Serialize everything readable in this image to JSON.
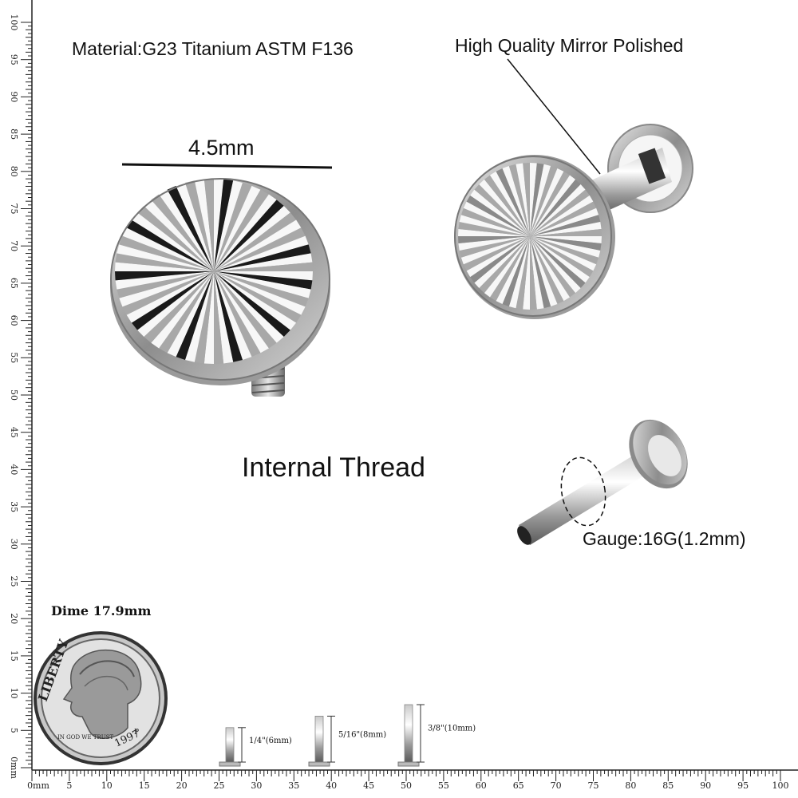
{
  "labels": {
    "material": "Material:G23 Titanium ASTM F136",
    "polish": "High Quality Mirror Polished",
    "disc_size": "4.5mm",
    "thread": "Internal Thread",
    "gauge": "Gauge:16G(1.2mm)",
    "dime": "Dime 17.9mm"
  },
  "dime": {
    "liberty": "LIBERTY",
    "motto": "IN GOD WE TRUST",
    "year": "1997",
    "mint": "P"
  },
  "post_lengths": [
    {
      "label": "1/4\"(6mm)",
      "mm": 6
    },
    {
      "label": "5/16\"(8mm)",
      "mm": 8
    },
    {
      "label": "3/8\"(10mm)",
      "mm": 10
    }
  ],
  "ruler": {
    "left_ticks": [
      "100",
      "95",
      "90",
      "85",
      "80",
      "75",
      "70",
      "65",
      "60",
      "55",
      "50",
      "45",
      "40",
      "35",
      "30",
      "25",
      "20",
      "15",
      "10",
      "5",
      "0mm"
    ],
    "bottom_ticks": [
      "0mm",
      "5",
      "10",
      "15",
      "20",
      "25",
      "30",
      "35",
      "40",
      "45",
      "50",
      "55",
      "60",
      "65",
      "70",
      "75",
      "80",
      "85",
      "90",
      "95",
      "100"
    ]
  },
  "colors": {
    "metal_light": "#f2f2f2",
    "metal_dark": "#1a1a1a",
    "ruler": "#222222"
  }
}
